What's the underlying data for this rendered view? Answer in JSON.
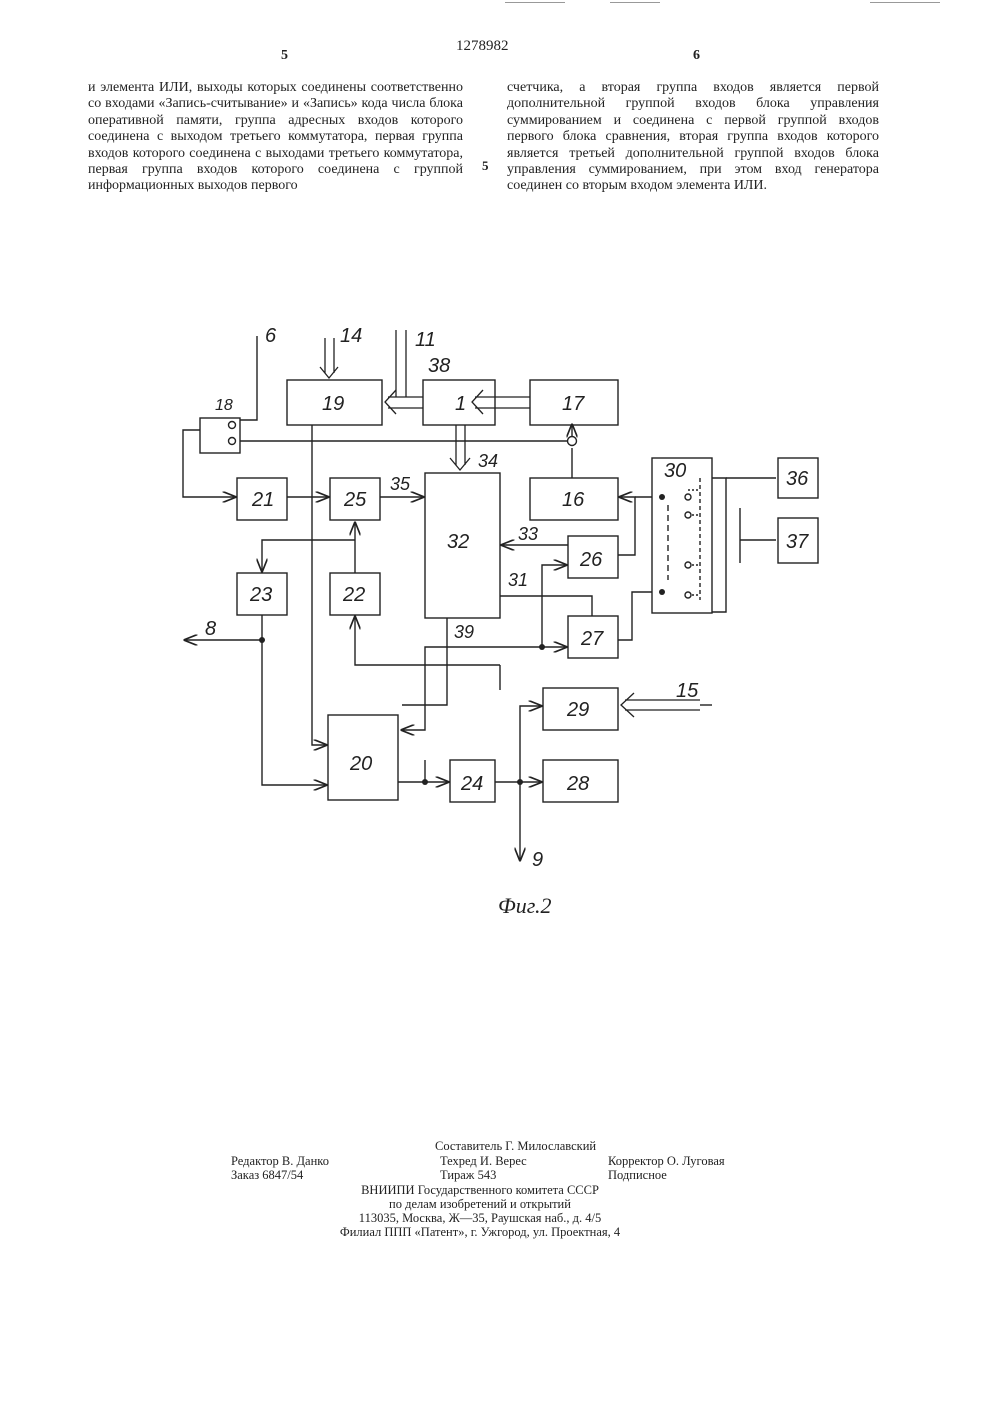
{
  "page": {
    "patent_number": "1278982",
    "page_left": "5",
    "page_right": "6",
    "line_marker": "5"
  },
  "text": {
    "left_column": "и элемента ИЛИ, выходы которых соединены соответственно со входами «Запись-считывание» и «Запись» кода числа блока оперативной памяти, группа адресных входов которого соединена с выходом третьего коммутатора, первая группа входов которого соединена с выходами третьего коммутатора, первая группа входов которого соединена с группой информационных выходов первого",
    "right_column": "счетчика, а вторая группа входов является первой дополнительной группой входов блока управления суммированием и соединена с первой группой входов первого блока сравнения, вторая группа входов которого является третьей дополнительной группой входов блока управления суммированием, при этом вход генератора соединен со вторым входом элемента ИЛИ."
  },
  "figure": {
    "caption": "Фиг.2",
    "blocks": {
      "b16": "16",
      "b17": "17",
      "b18": "18",
      "b19": "19",
      "b20": "20",
      "b21": "21",
      "b22": "22",
      "b23": "23",
      "b24": "24",
      "b25": "25",
      "b26": "26",
      "b27": "27",
      "b28": "28",
      "b29": "29",
      "b30": "30",
      "b32": "32",
      "b36": "36",
      "b37": "37",
      "b38": "38"
    },
    "labels": {
      "l6": "6",
      "l8": "8",
      "l9": "9",
      "l11": "11",
      "l14": "14",
      "l15": "15",
      "l31": "31",
      "l33": "33",
      "l34": "34",
      "l35": "35",
      "l39": "39",
      "or_symbol": "1"
    }
  },
  "imprint": {
    "composer": "Составитель Г. Милославский",
    "editor": "Редактор В. Данко",
    "techred": "Техред И. Верес",
    "corrector": "Корректор О. Луговая",
    "order": "Заказ 6847/54",
    "circulation": "Тираж 543",
    "subscription": "Подписное",
    "org1": "ВНИИПИ Государственного комитета СССР",
    "org2": "по делам изобретений и открытий",
    "address": "113035, Москва, Ж—35, Раушская наб., д. 4/5",
    "branch": "Филиал ППП «Патент», г. Ужгород, ул. Проектная, 4"
  }
}
